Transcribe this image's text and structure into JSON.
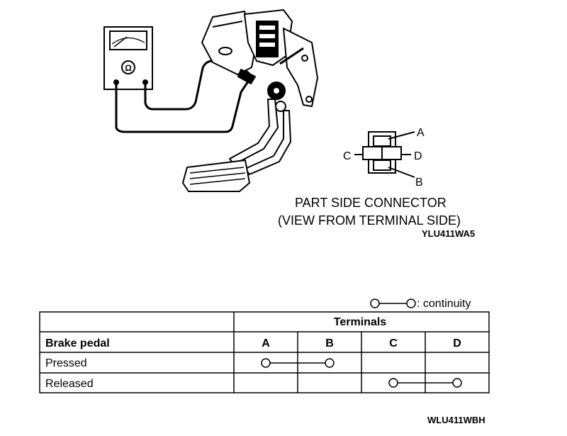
{
  "connector": {
    "pin_a": "A",
    "pin_b": "B",
    "pin_c": "C",
    "pin_d": "D",
    "caption_line1": "PART SIDE CONNECTOR",
    "caption_line2": "(VIEW FROM TERMINAL SIDE)"
  },
  "figure_code_top": "YLU411WA5",
  "legend": {
    "continuity_text": ": continuity"
  },
  "table": {
    "terminals_header": "Terminals",
    "row_header": "Brake pedal",
    "columns": [
      "A",
      "B",
      "C",
      "D"
    ],
    "rows": [
      {
        "label": "Pressed",
        "continuity": [
          "A",
          "B"
        ]
      },
      {
        "label": "Released",
        "continuity": [
          "C",
          "D"
        ]
      }
    ]
  },
  "figure_code_bottom": "WLU411WBH"
}
